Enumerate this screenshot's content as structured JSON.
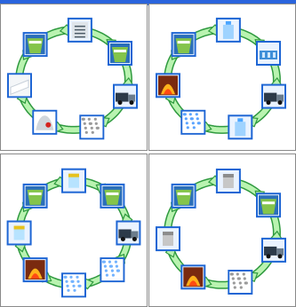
{
  "image": {
    "kind": "recycling-cycle-illustration",
    "panel_count": 4
  },
  "colors": {
    "arrow_fill": "#b9f3b0",
    "arrow_stroke": "#2f9a3f",
    "tile_border": "#1f66d4",
    "tile_fill": "#eaf3ff",
    "title_band": "#2a64dd",
    "panel_border": "#8a8a8a",
    "panel_background": "#ffffff"
  },
  "panels": [
    {
      "material": "paper",
      "icons": [
        "home-sorting",
        "newspaper",
        "recycling-bin",
        "collection-truck",
        "shredded-paper",
        "paper-pulp",
        "paper-roll"
      ]
    },
    {
      "material": "plastic",
      "icons": [
        "home-sorting",
        "plastic-bottle",
        "plastic-crate",
        "collection-truck",
        "plastic-bottles",
        "plastic-flakes",
        "furnace"
      ]
    },
    {
      "material": "glass",
      "icons": [
        "home-sorting",
        "glass-jar",
        "recycling-bin",
        "bottle-bank",
        "crushed-glass",
        "glass-cullet",
        "furnace",
        "glass-jar-new"
      ]
    },
    {
      "material": "metal",
      "icons": [
        "home-sorting",
        "metal-can",
        "recycling-bin",
        "collection-truck",
        "metal-scrap",
        "furnace",
        "metal-can-new"
      ]
    }
  ]
}
